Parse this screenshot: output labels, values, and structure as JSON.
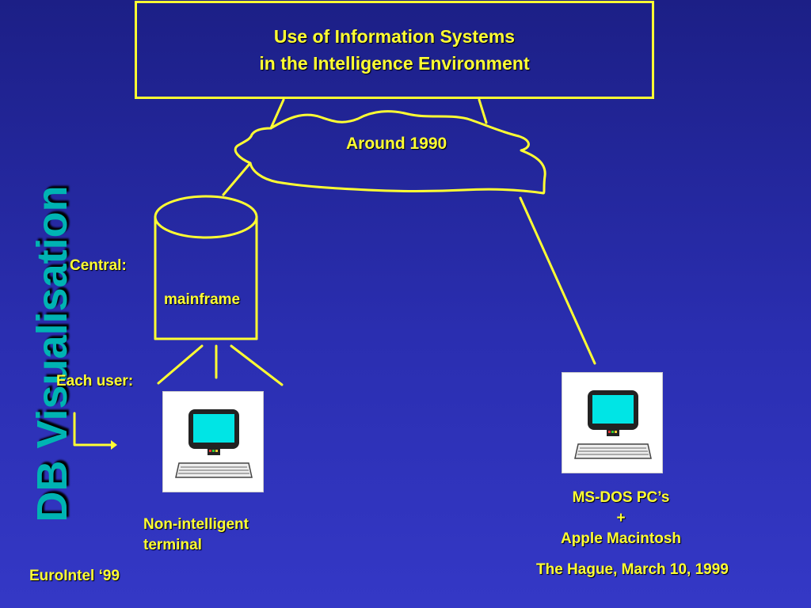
{
  "title": {
    "line1": "Use of Information Systems",
    "line2": "in the Intelligence Environment"
  },
  "side_title": "DB Visualisation",
  "cloud_label": "Around 1990",
  "labels": {
    "central": "Central:",
    "mainframe": "mainframe",
    "each_user": "Each user:",
    "terminal_line1": "Non-intelligent",
    "terminal_line2": "terminal",
    "pc_line1": "MS-DOS PC’s",
    "pc_line2": "+",
    "pc_line3": "Apple Macintosh"
  },
  "footer": {
    "left": "EuroIntel ‘99",
    "right": "The Hague, March 10, 1999"
  },
  "colors": {
    "accent": "#ffff33",
    "side_title": "#00b3b3",
    "screen": "#00e5e5"
  },
  "icons": [
    "computer-terminal-icon",
    "computer-pc-icon",
    "mainframe-cylinder-icon",
    "cloud-shape",
    "arrow-icon"
  ]
}
